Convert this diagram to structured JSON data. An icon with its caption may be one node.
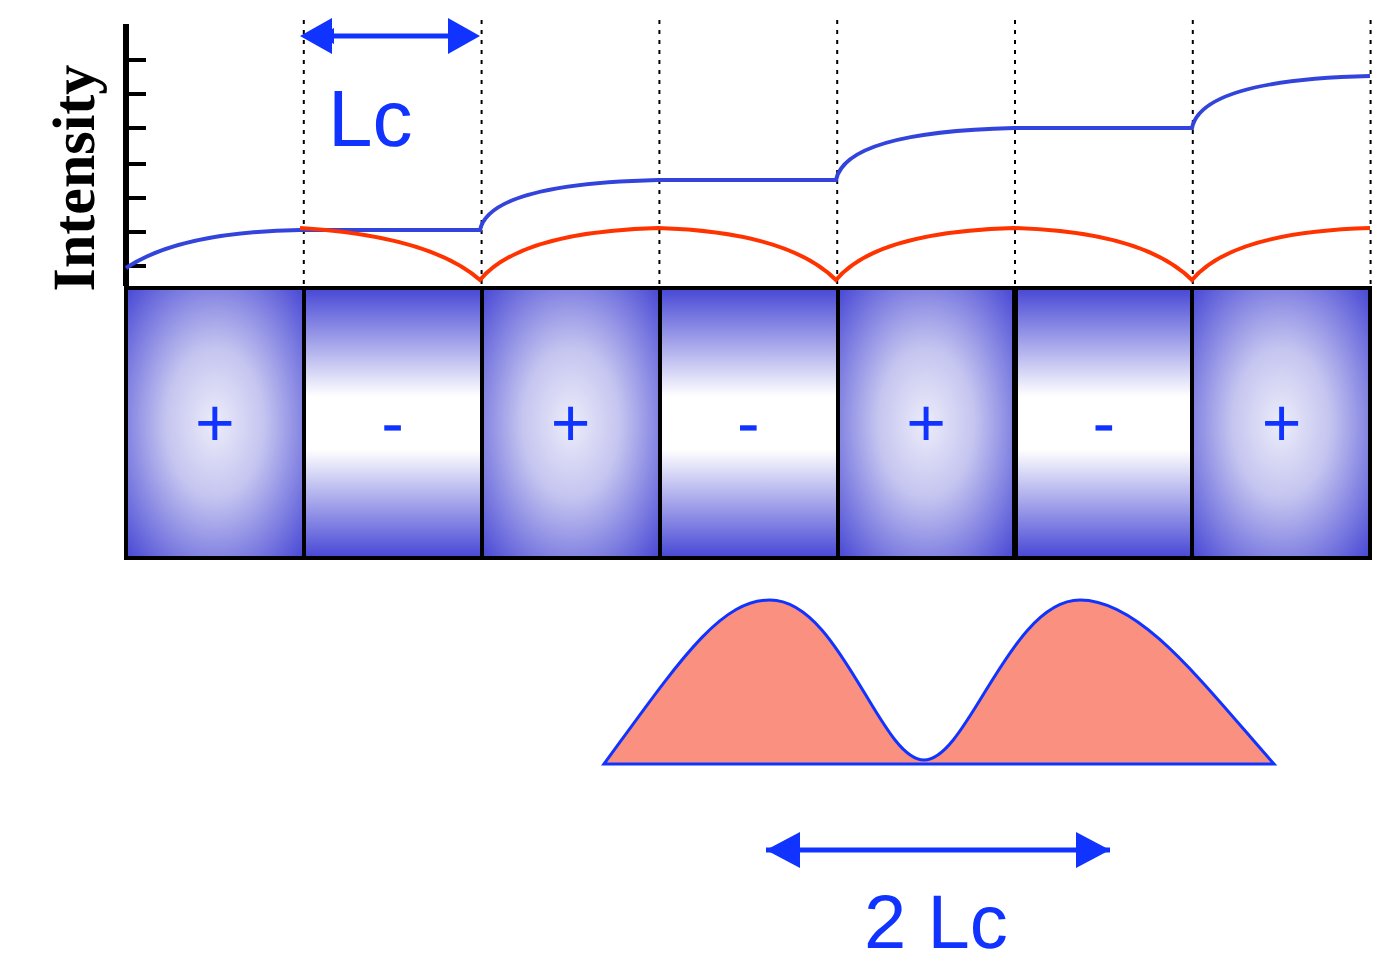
{
  "diagram": {
    "nodes": [
      {
        "text": [
          "+"
        ]
      },
      {
        "text": [
          "-"
        ]
      },
      {
        "text": [
          "+"
        ]
      },
      {
        "text": [
          "-"
        ]
      },
      {
        "text": [
          "+"
        ]
      },
      {
        "text": [
          "-"
        ]
      },
      {
        "text": [
          "+"
        ]
      }
    ],
    "labels": [
      "Intensity",
      "Lc",
      "2 Lc"
    ]
  }
}
